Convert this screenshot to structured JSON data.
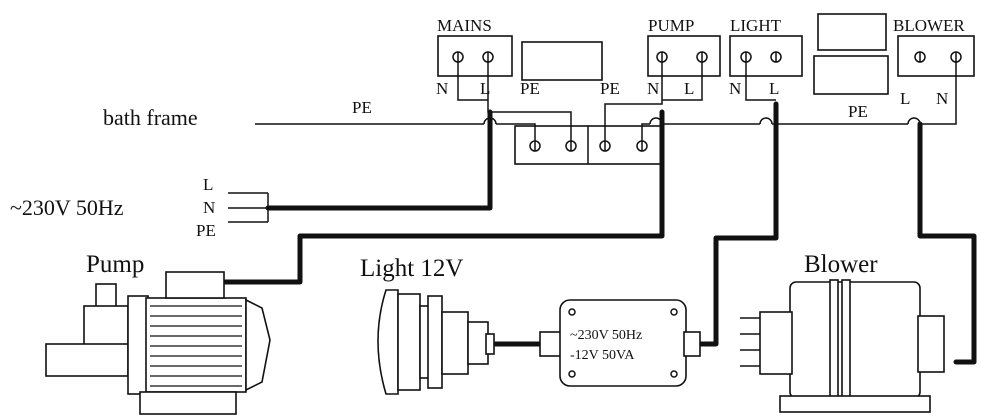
{
  "terminal_blocks": {
    "mains": {
      "label": "MAINS",
      "left_pin": "N",
      "right_pin": "L"
    },
    "pump": {
      "label": "PUMP",
      "left_pin": "N",
      "right_pin": "L"
    },
    "light": {
      "label": "LIGHT",
      "left_pin": "N",
      "right_pin": "L"
    },
    "blower": {
      "label": "BLOWER",
      "left_pin": "L",
      "right_pin": "N"
    }
  },
  "pe_labels": {
    "pe_1": "PE",
    "pe_2": "PE",
    "pe_3": "PE",
    "pe_4": "PE"
  },
  "bath_frame": "bath frame",
  "supply": {
    "label": "~230V 50Hz",
    "line": "L",
    "neutral": "N",
    "earth": "PE"
  },
  "devices": {
    "pump": "Pump",
    "light": "Light 12V",
    "blower": "Blower",
    "transformer_line1": "~230V 50Hz",
    "transformer_line2": "-12V 50VA"
  }
}
